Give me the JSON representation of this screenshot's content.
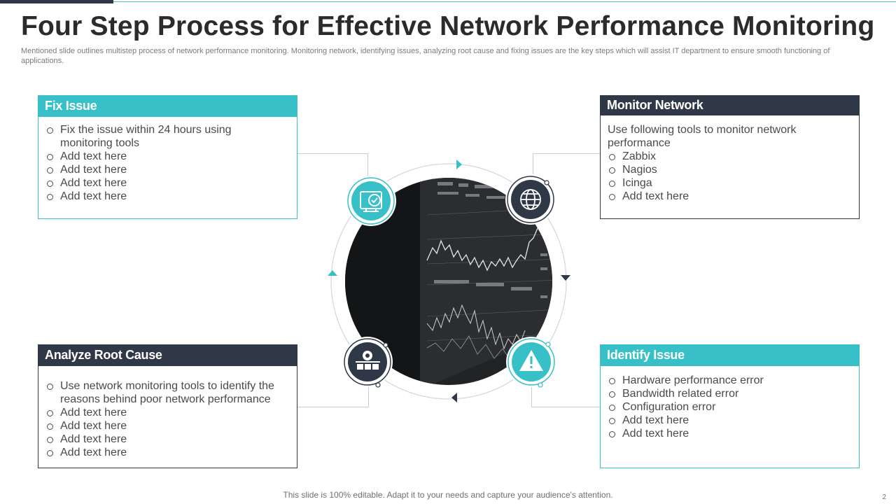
{
  "slide": {
    "title": "Four Step Process for Effective Network Performance Monitoring",
    "subtitle": "Mentioned slide outlines multistep process of network performance monitoring. Monitoring network, identifying issues, analyzing root cause and fixing issues are the key steps which will assist IT department to ensure smooth functioning of applications.",
    "footer": "This slide is 100% editable. Adapt it to your needs and capture your audience's attention.",
    "page_number": "2"
  },
  "colors": {
    "teal": "#37c0c8",
    "dark": "#2e3846"
  },
  "cards": {
    "fix_issue": {
      "title": "Fix Issue",
      "items": [
        "Fix the issue within 24 hours using monitoring tools",
        "Add text here",
        "Add text here",
        "Add text here",
        "Add text here"
      ]
    },
    "monitor_network": {
      "title": "Monitor Network",
      "intro": "Use following tools to monitor network performance",
      "items": [
        "Zabbix",
        "Nagios",
        "Icinga",
        "Add text here"
      ]
    },
    "analyze_root_cause": {
      "title": "Analyze Root Cause",
      "items": [
        "Use network monitoring tools to identify the reasons behind poor network performance",
        "Add text here",
        "Add text here",
        "Add text here",
        "Add text here"
      ]
    },
    "identify_issue": {
      "title": "Identify Issue",
      "items": [
        "Hardware performance error",
        "Bandwidth related error",
        "Configuration error",
        "Add text here",
        "Add text here"
      ]
    }
  },
  "icons": {
    "fix_issue": "shield-check-monitor-icon",
    "monitor_network": "globe-network-icon",
    "analyze_root_cause": "network-analysis-icon",
    "identify_issue": "warning-triangle-icon"
  }
}
